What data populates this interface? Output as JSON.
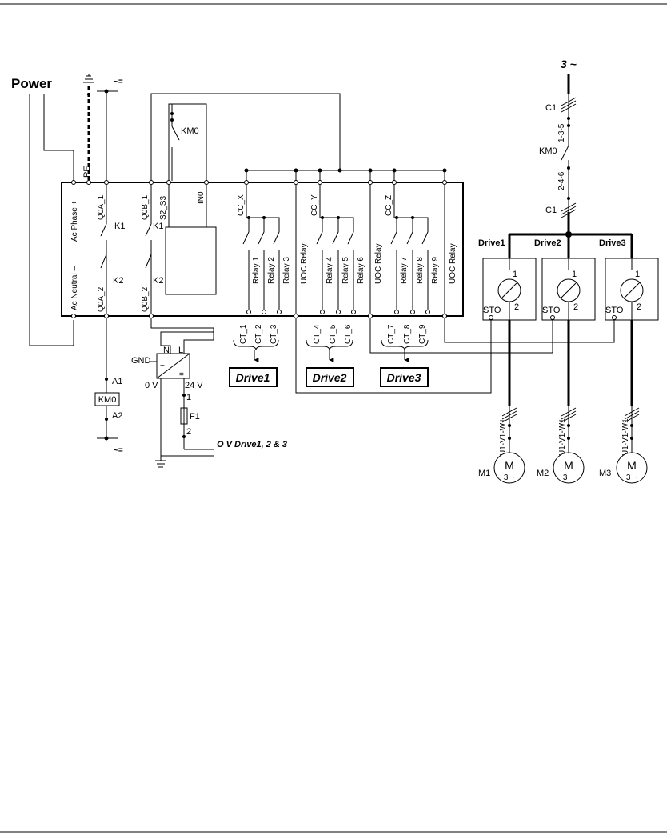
{
  "header": {
    "rule_color": "#000000"
  },
  "power": {
    "label": "Power",
    "pe": "PE",
    "ac_top": "~=",
    "ac_bottom": "~=",
    "gnd": "GND"
  },
  "module": {
    "left_terminals": [
      "Ac Phase +",
      "Ac Neutral –"
    ],
    "q_terminals": [
      "Q0A_1",
      "Q0B_1",
      "Q0A_2",
      "Q0B_2"
    ],
    "s_terminals": [
      "S2_S3",
      "IN0"
    ],
    "contacts": [
      "K1",
      "K1",
      "K2",
      "K2"
    ],
    "km0_contact": "KM0",
    "cc_labels": [
      "CC_X",
      "CC_Y",
      "CC_Z"
    ],
    "relays": [
      "Relay 1",
      "Relay 2",
      "Relay 3",
      "UOC Relay",
      "Relay 4",
      "Relay 5",
      "Relay 6",
      "UOC Relay",
      "Relay 7",
      "Relay 8",
      "Relay 9",
      "UOC Relay"
    ],
    "ct_labels": [
      "CT_1",
      "CT_2",
      "CT_3",
      "CT_4",
      "CT_5",
      "CT_6",
      "CT_7",
      "CT_8",
      "CT_9"
    ]
  },
  "drive_boxes": [
    "Drive1",
    "Drive2",
    "Drive3"
  ],
  "supply": {
    "n": "N",
    "l": "L",
    "v0": "0 V",
    "v24": "24 V",
    "fuse": "F1",
    "fuse_pin1": "1",
    "fuse_pin2": "2",
    "ov_label": "O V Drive1, 2 & 3"
  },
  "coil": {
    "name": "KM0",
    "a1": "A1",
    "a2": "A2"
  },
  "mains": {
    "label": "3 ~",
    "c1_top": "C1",
    "contacts_top": "1-3-5",
    "contactor": "KM0",
    "contacts_bottom": "2-4-6",
    "c1_bottom": "C1"
  },
  "drives": [
    {
      "name": "Drive1",
      "pin1": "1",
      "pin2": "2",
      "sto": "STO",
      "cable": "U1-V1-W1",
      "motor": "M1",
      "motor_letter": "M",
      "motor_phase": "3 ~"
    },
    {
      "name": "Drive2",
      "pin1": "1",
      "pin2": "2",
      "sto": "STO",
      "cable": "U1-V1-W1",
      "motor": "M2",
      "motor_letter": "M",
      "motor_phase": "3 ~"
    },
    {
      "name": "Drive3",
      "pin1": "1",
      "pin2": "2",
      "sto": "STO",
      "cable": "U1-V1-W1",
      "motor": "M3",
      "motor_letter": "M",
      "motor_phase": "3 ~"
    }
  ]
}
